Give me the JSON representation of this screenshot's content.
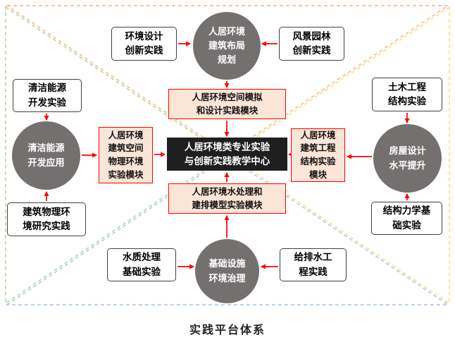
{
  "caption": "实践平台体系",
  "center_hub": {
    "label": "人居环境类专业实验\n与创新实践教学中心"
  },
  "modules": {
    "top": {
      "label": "人居环境空间模拟\n和设计实践模块"
    },
    "bottom": {
      "label": "人居环境水处理和\n建排模型实验模块"
    },
    "left": {
      "label": "人居环境\n建筑空间\n物理环境\n实验模块"
    },
    "right": {
      "label": "人居环境\n建筑工程\n结构实验\n模块"
    }
  },
  "goals": {
    "top": {
      "label": "人居环境\n建筑布局\n规划"
    },
    "left": {
      "label": "清洁能源\n开发应用"
    },
    "right": {
      "label": "房屋设计\n水平提升"
    },
    "bottom": {
      "label": "基础设施\n环境治理"
    }
  },
  "practices": {
    "top_left": {
      "label": "环境设计\n创新实践"
    },
    "top_right": {
      "label": "风景园林\n创新实践"
    },
    "left_top": {
      "label": "清洁能源\n开发实验"
    },
    "left_bottom": {
      "label": "建筑物理环\n境研究实践"
    },
    "right_top": {
      "label": "土木工程\n结构实验"
    },
    "right_bottom": {
      "label": "结构力学基\n础实验"
    },
    "bottom_left": {
      "label": "水质处理\n基础实验"
    },
    "bottom_right": {
      "label": "给排水工\n程实践"
    }
  },
  "colors": {
    "center_bg": "#1f1f1f",
    "center_text": "#ffffff",
    "module_bg": "#fbe5d6",
    "module_border": "#ff0000",
    "circle_bg": "#757070",
    "circle_text": "#ffffff",
    "practice_border": "#404040",
    "arrow": "#ff0000",
    "tri_top": "#f4b183",
    "tri_left": "#a9d18e",
    "tri_bottom": "#9dc3e6",
    "tri_right": "#ffd966"
  }
}
